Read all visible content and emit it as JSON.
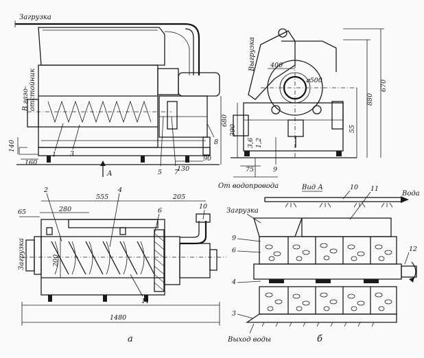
{
  "labels": {
    "zagruzka_top": "Загрузка",
    "v_gazootstoynik_l1": "В газо-",
    "v_gazootstoynik_l2": "отстойник",
    "vygruzka": "Выгрузка",
    "ot_vodoprovoda": "От водопровода",
    "vid_a": "Вид А",
    "voda": "Вода",
    "zagruzka_plan": "Загрузка",
    "zagruzka_right": "Загрузка",
    "vykhod_vody": "Выход воды",
    "arrow_a": "А"
  },
  "dimensions": {
    "d160": "160",
    "d140": "140",
    "d130": "130",
    "d90": "90",
    "d680": "680",
    "d390": "390",
    "d400": "400",
    "d500": "⌀500",
    "d880": "880",
    "d670": "670",
    "d55": "55",
    "d75": "75",
    "d3_6": "3,6",
    "d1_2": "1,2",
    "d65": "65",
    "d280": "280",
    "d200": "200",
    "d555": "555",
    "d205": "205",
    "d1480": "1480"
  },
  "callouts": {
    "n1": "1",
    "n3": "3",
    "n5": "5",
    "n7": "7",
    "n8": "8",
    "n9_side": "9",
    "n2": "2",
    "n4": "4",
    "n6": "6",
    "n10_plan": "10",
    "n11_plan": "11",
    "n10_b": "10",
    "n11_b": "11",
    "n9_b": "9",
    "n6_b": "6",
    "n12": "12",
    "n4_b": "4",
    "n3_b": "3"
  },
  "captions": {
    "a": "а",
    "b": "б"
  }
}
